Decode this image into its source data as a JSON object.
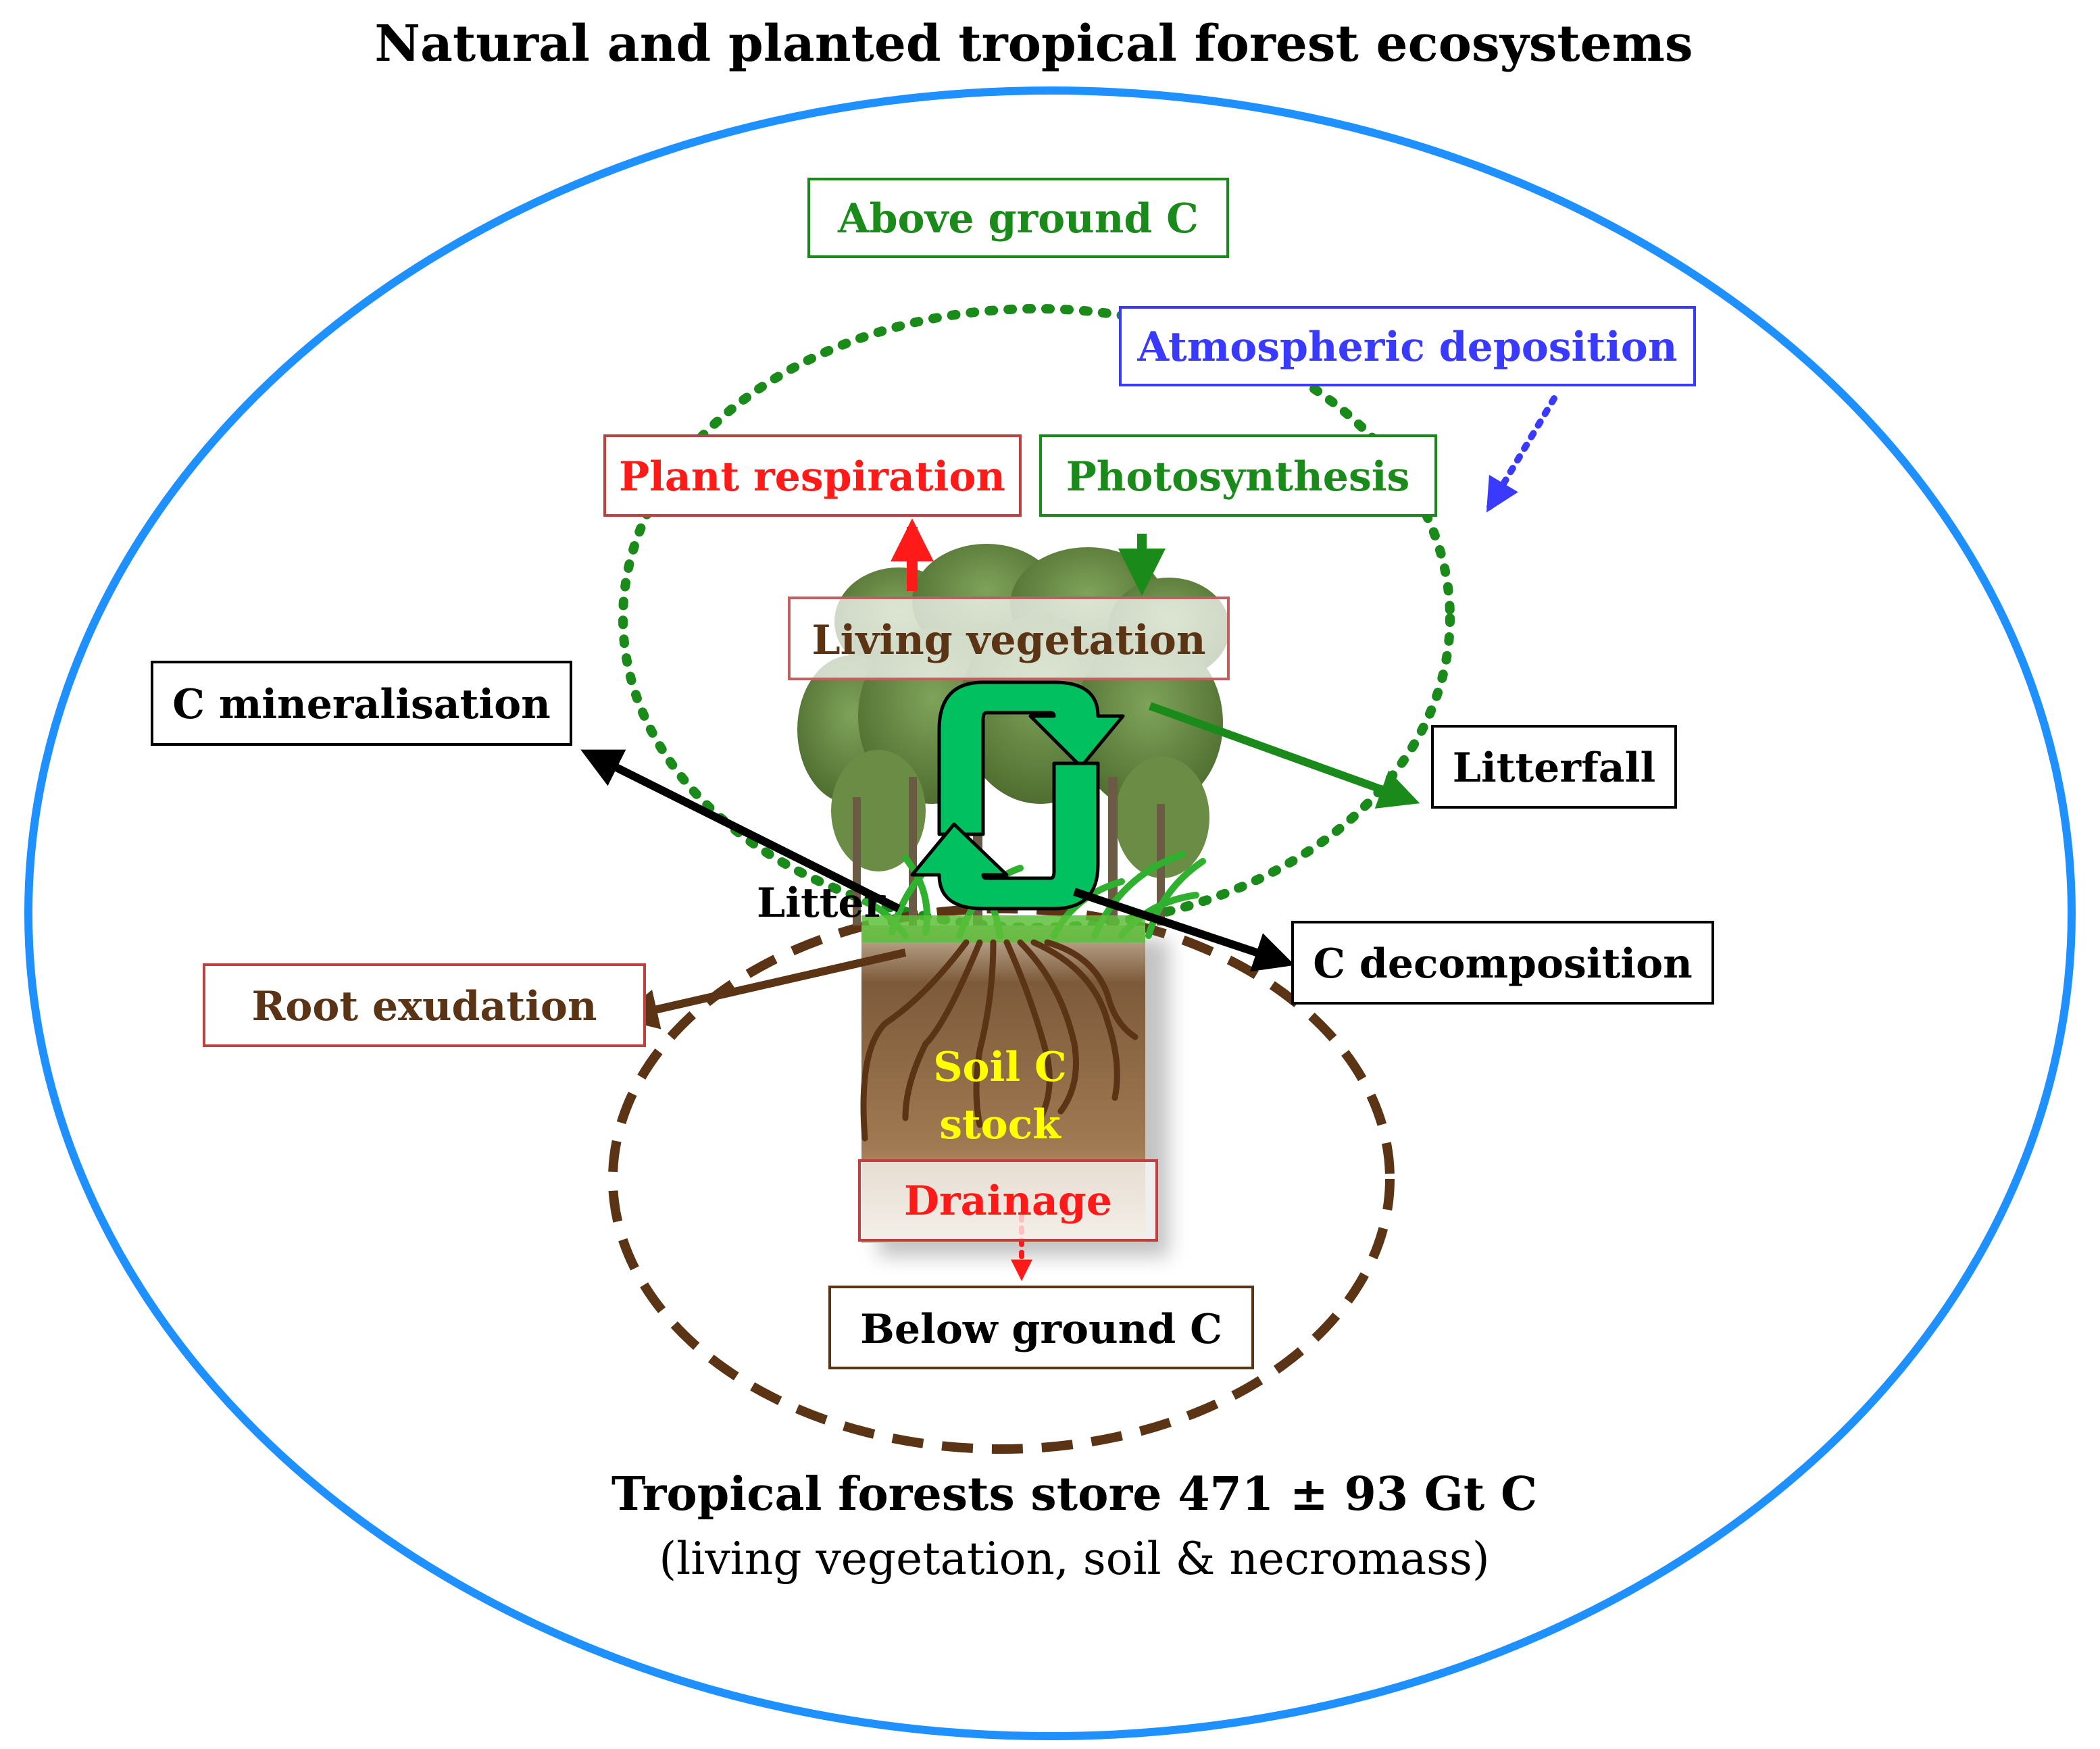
{
  "title": "Natural and planted tropical forest ecosystems",
  "colors": {
    "outer_ellipse": "#1e90ff",
    "green": "#1a8a1a",
    "red": "#ff1a1a",
    "blue": "#3a3aff",
    "brown": "#5a3414",
    "yellow": "#ffff00",
    "cycle_green": "#00c060"
  },
  "labels": {
    "above_ground": "Above ground C",
    "atmospheric_deposition": "Atmospheric deposition",
    "plant_respiration": "Plant respiration",
    "photosynthesis": "Photosynthesis",
    "living_vegetation": "Living vegetation",
    "c_mineralisation": "C mineralisation",
    "litterfall": "Litterfall",
    "litter": "Litter",
    "c_decomposition": "C decomposition",
    "root_exudation": "Root exudation",
    "soil_c_line1": "Soil C",
    "soil_c_line2": "stock",
    "drainage": "Drainage",
    "below_ground": "Below ground C"
  },
  "footer": {
    "line1": "Tropical forests store  471 ± 93 Gt C",
    "line2": "(living  vegetation, soil & necromass)"
  },
  "icons": [
    "tree-cluster-icon",
    "grass-icon",
    "roots-icon",
    "cycle-arrows-icon"
  ]
}
